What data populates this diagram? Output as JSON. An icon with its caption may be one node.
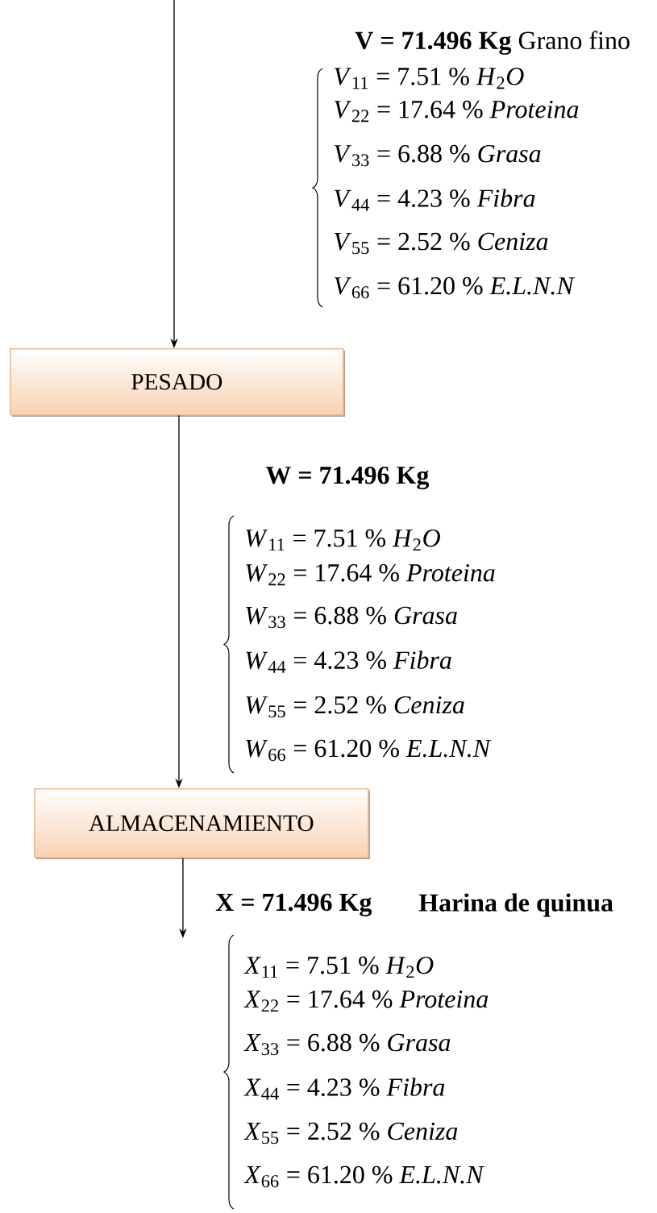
{
  "diagram": {
    "nodes": [
      {
        "text": [
          "PESADO"
        ]
      },
      {
        "text": [
          "ALMACENAMIENTO"
        ]
      }
    ],
    "edges": [
      {
        "from": null,
        "to": 0,
        "arrow": "to"
      },
      {
        "from": 0,
        "to": 1,
        "arrow": "to"
      },
      {
        "from": 1,
        "to": null,
        "arrow": "to"
      }
    ],
    "labels": [
      "**V = 71.496 Kg** Grano fino",
      "*V*$_{11}$ = 7.51 % *H*$_{2}$*O*",
      "*V*$_{22}$ = 17.64 % *Proteina*",
      "*V*$_{33}$ = 6.88 % *Grasa*",
      "*V*$_{44}$ = 4.23 % *Fibra*",
      "*V*$_{55}$ = 2.52 % *Ceniza*",
      "*V*$_{66}$ = 61.20 % *E.L.N.N*",
      "W = 71.496 Kg",
      "*W*$_{11}$ = 7.51 % *H*$_{2}$*O*",
      "*W*$_{22}$ = 17.64 % *Proteina*",
      "*W*$_{33}$ = 6.88 % *Grasa*",
      "*W*$_{44}$ = 4.23 % *Fibra*",
      "*W*$_{55}$ = 2.52 % *Ceniza*",
      "*W*$_{66}$ = 61.20 % *E.L.N.N*",
      "X = 71.496 Kg",
      "Harina de quinua",
      "*X*$_{11}$ = 7.51 % *H*$_{2}$*O*",
      "*X*$_{22}$ = 17.64 % *Proteina*",
      "*X*$_{33}$ = 6.88 % *Grasa*",
      "*X*$_{44}$ = 4.23 % *Fibra*",
      "*X*$_{55}$ = 2.52 % *Ceniza*",
      "*X*$_{66}$ = 61.20 % *E.L.N.N*"
    ]
  }
}
